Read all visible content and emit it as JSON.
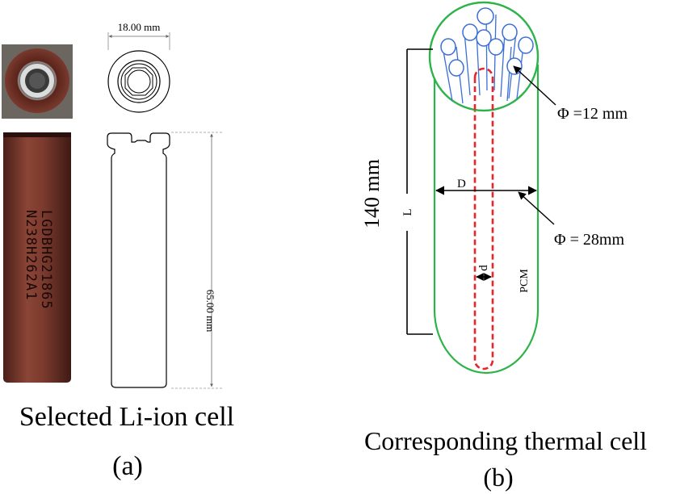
{
  "panel_a": {
    "caption": "Selected Li-ion cell",
    "letter": "(a)",
    "dim_top": "18.00 mm",
    "dim_side": "65.00 mm",
    "cell_print_line1": "LGDBHG21865",
    "cell_print_line2": "N238H262A1",
    "colors": {
      "wrap": "#7a3a2e",
      "wrap_dark": "#4a1f18",
      "wrap_light": "#a35a4a"
    }
  },
  "panel_b": {
    "caption": "Corresponding thermal cell",
    "letter": "(b)",
    "length_label": "140 mm",
    "L_label": "L",
    "D_label": "D",
    "d_label": "d",
    "pcm_label": "PCM",
    "phi_small": "Φ =12 mm",
    "phi_large": "Φ = 28mm",
    "colors": {
      "outline": "#2db34a",
      "heater": "#e8262a",
      "tubes": "#3a6fd8"
    }
  }
}
